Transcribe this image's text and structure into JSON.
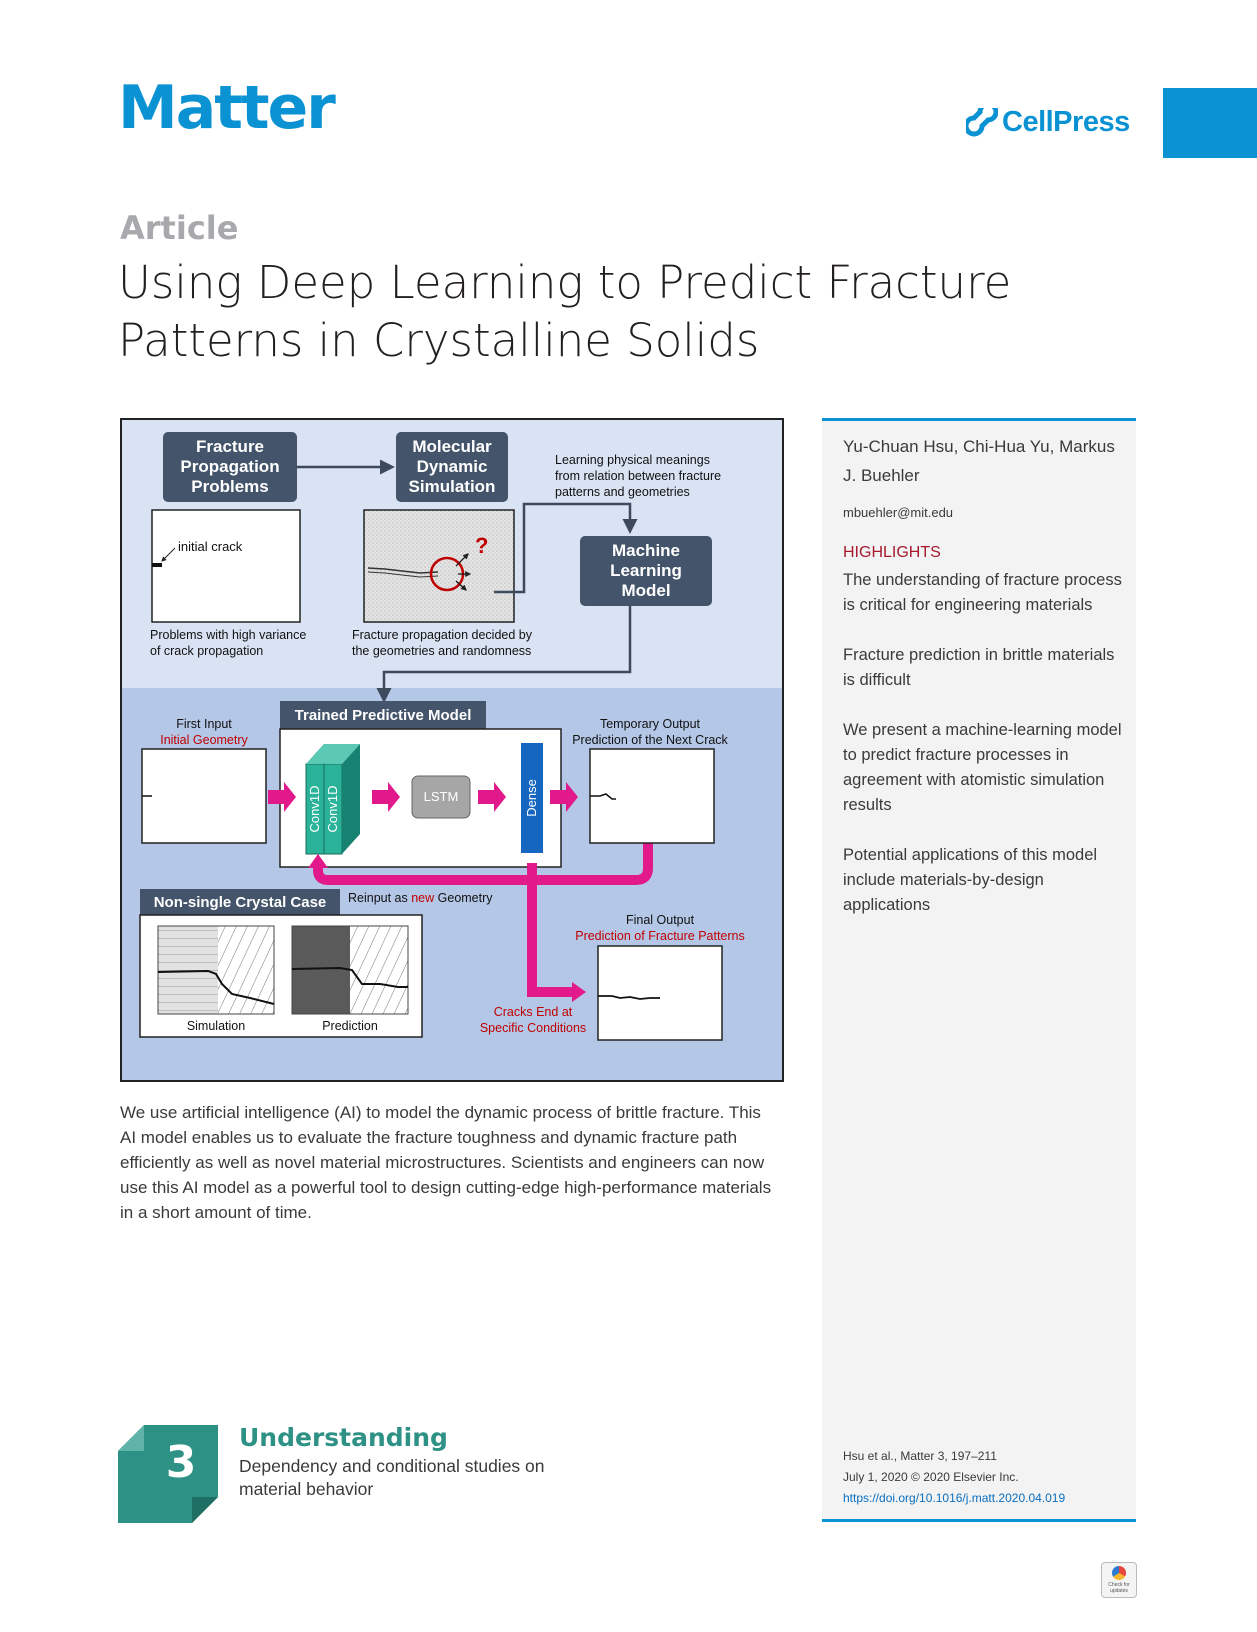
{
  "header": {
    "journal": "Matter",
    "publisher": "CellPress",
    "accent_color": "#0a92d3"
  },
  "article_type": "Article",
  "title": "Using Deep Learning to Predict Fracture Patterns in Crystalline Solids",
  "figure": {
    "box_fracture": "Fracture Propagation Problems",
    "box_md": "Molecular Dynamic Simulation",
    "learning_note": "Learning physical meanings from relation between fracture patterns and geometries",
    "box_ml": "Machine Learning Model",
    "initial_crack": "initial crack",
    "question_mark": "?",
    "caption_left": "Problems with high variance of crack propagation",
    "caption_mid": "Fracture propagation decided by the geometries and randomness",
    "trained_model": "Trained Predictive Model",
    "first_input": "First Input",
    "initial_geometry": "Initial Geometry",
    "conv_label": "Conv1D",
    "lstm_label": "LSTM",
    "dense_label": "Dense",
    "temp_output": "Temporary Output",
    "next_crack": "Prediction of the Next Crack",
    "reinput_prefix": "Reinput as",
    "reinput_new": "new",
    "reinput_suffix": "Geometry",
    "non_single": "Non-single Crystal Case",
    "simulation": "Simulation",
    "prediction": "Prediction",
    "final_output": "Final Output",
    "fracture_patterns": "Prediction of Fracture Patterns",
    "cracks_end": "Cracks End at",
    "specific_conditions": "Specific Conditions"
  },
  "summary": "We use artificial intelligence (AI) to model the dynamic process of brittle fracture. This AI model enables us to evaluate the fracture toughness and dynamic fracture path efficiently as well as novel material microstructures. Scientists and engineers can now use this AI model as a powerful tool to design cutting-edge high-performance materials in a short amount of time.",
  "sidebar": {
    "authors": "Yu-Chuan Hsu, Chi-Hua Yu, Markus J. Buehler",
    "email": "mbuehler@mit.edu",
    "highlights_heading": "HIGHLIGHTS",
    "highlights": [
      "The understanding of fracture process is critical for engineering materials",
      "Fracture prediction in brittle materials is difficult",
      "We present a machine-learning model to predict fracture processes in agreement with atomistic simulation results",
      "Potential applications of this model include materials-by-design applications"
    ],
    "citation": "Hsu et al., Matter 3, 197–211",
    "date": "July 1, 2020 © 2020 Elsevier Inc.",
    "doi": "https://doi.org/10.1016/j.matt.2020.04.019"
  },
  "badge": {
    "level": "3",
    "title": "Understanding",
    "description": "Dependency and conditional studies on material behavior",
    "color": "#2e9185"
  },
  "check_updates": "Check for updates"
}
